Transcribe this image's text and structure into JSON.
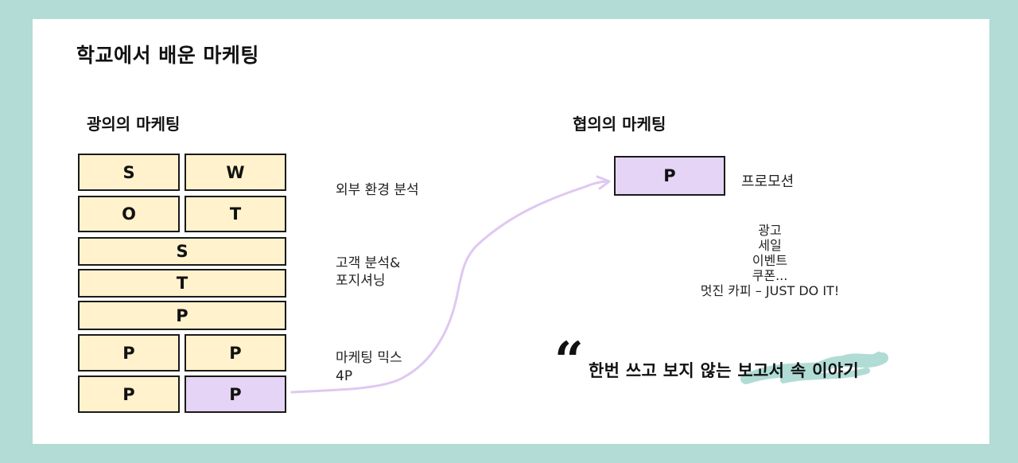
{
  "colors": {
    "frame_bg": "#b3dcd6",
    "card_bg": "#ffffff",
    "box_yellow": "#fff2cc",
    "box_purple": "#e5d4f5",
    "arrow": "#dfc8f2",
    "highlight": "#a9d9d2"
  },
  "title": "학교에서 배운 마케팅",
  "broad": {
    "title": "광의의 마케팅",
    "boxes": [
      {
        "label": "S",
        "row": 1,
        "col": "left",
        "color": "yellow"
      },
      {
        "label": "W",
        "row": 1,
        "col": "right",
        "color": "yellow"
      },
      {
        "label": "O",
        "row": 2,
        "col": "left",
        "color": "yellow"
      },
      {
        "label": "T",
        "row": 2,
        "col": "right",
        "color": "yellow"
      },
      {
        "label": "S",
        "row": 3,
        "col": "full",
        "color": "yellow"
      },
      {
        "label": "T",
        "row": 4,
        "col": "full",
        "color": "yellow"
      },
      {
        "label": "P",
        "row": 5,
        "col": "full",
        "color": "yellow"
      },
      {
        "label": "P",
        "row": 6,
        "col": "left",
        "color": "yellow"
      },
      {
        "label": "P",
        "row": 6,
        "col": "right",
        "color": "yellow"
      },
      {
        "label": "P",
        "row": 7,
        "col": "left",
        "color": "yellow"
      },
      {
        "label": "P",
        "row": 7,
        "col": "right",
        "color": "purple"
      }
    ],
    "annotations": {
      "swot": "외부 환경 분석",
      "stp_line1": "고객 분석&",
      "stp_line2": "포지셔닝",
      "mix_line1": "마케팅 믹스",
      "mix_line2": "4P"
    }
  },
  "narrow": {
    "title": "협의의 마케팅",
    "box_label": "P",
    "box_caption": "프로모션",
    "examples": [
      "광고",
      "세일",
      "이벤트",
      "쿠폰...",
      "멋진 카피 – JUST DO IT!"
    ]
  },
  "quote": {
    "mark": "“",
    "text": "한번 쓰고 보지 않는 보고서 속 이야기"
  }
}
